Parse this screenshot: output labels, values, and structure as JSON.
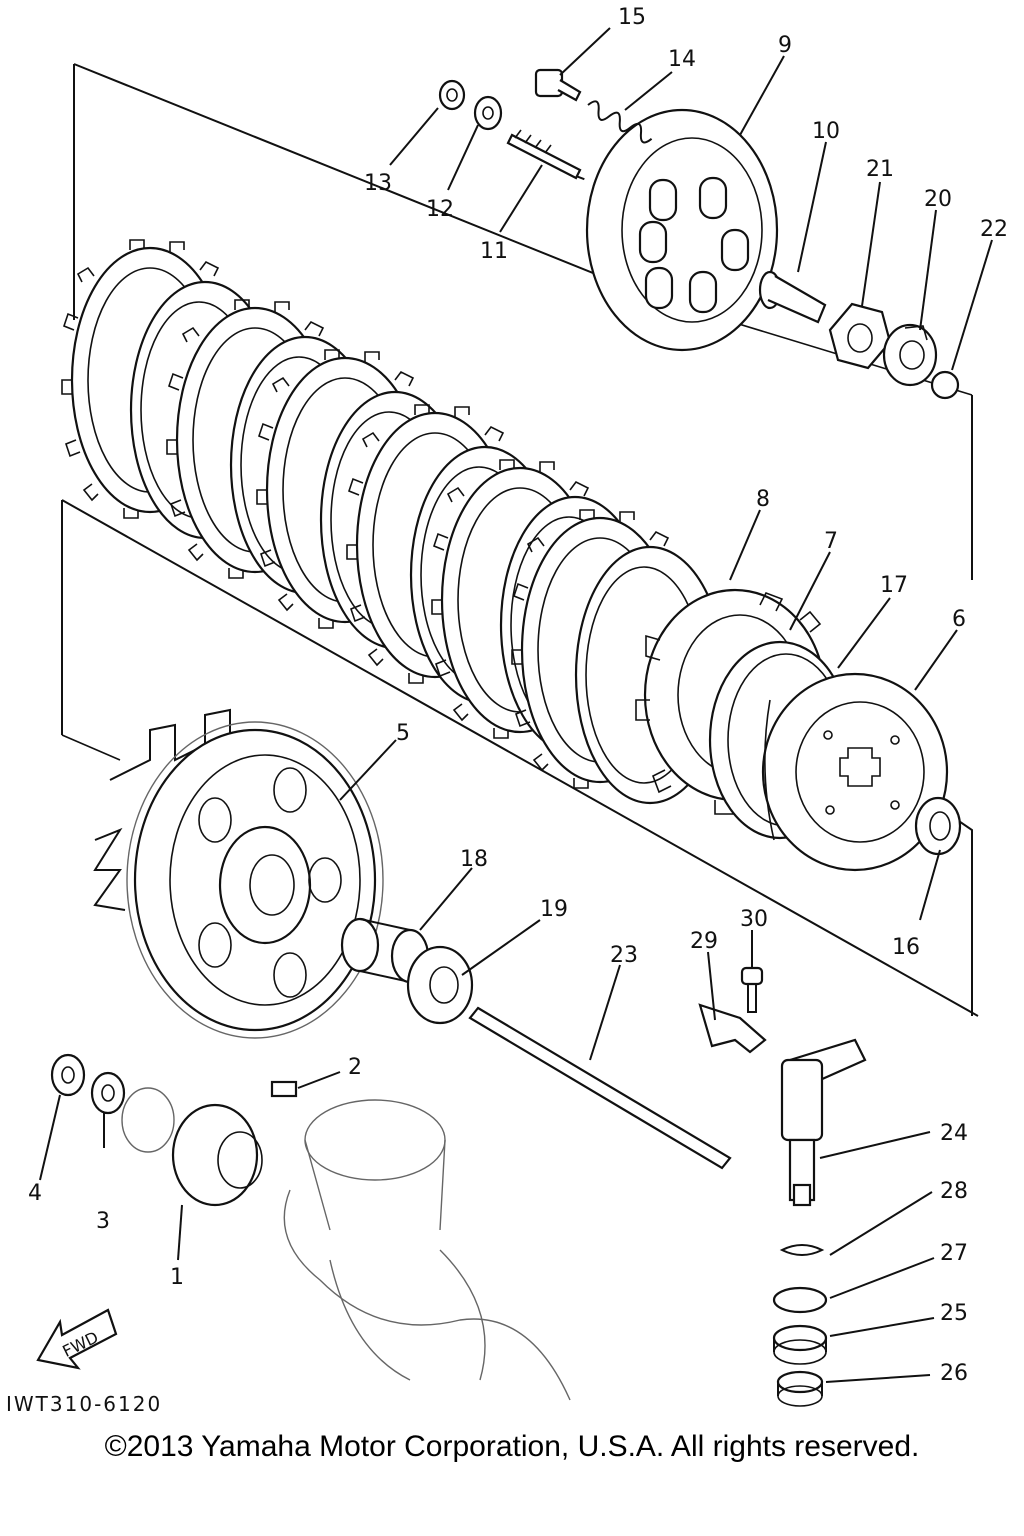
{
  "drawing_code": "IWT310-6120",
  "copyright": "©2013 Yamaha Motor Corporation, U.S.A. All rights reserved.",
  "fwd_label": "FWD",
  "callouts": [
    {
      "id": "1",
      "label": "1"
    },
    {
      "id": "2",
      "label": "2"
    },
    {
      "id": "3",
      "label": "3"
    },
    {
      "id": "4",
      "label": "4"
    },
    {
      "id": "5",
      "label": "5"
    },
    {
      "id": "6",
      "label": "6"
    },
    {
      "id": "7",
      "label": "7"
    },
    {
      "id": "8",
      "label": "8"
    },
    {
      "id": "9",
      "label": "9"
    },
    {
      "id": "10",
      "label": "10"
    },
    {
      "id": "11",
      "label": "11"
    },
    {
      "id": "12",
      "label": "12"
    },
    {
      "id": "13",
      "label": "13"
    },
    {
      "id": "14",
      "label": "14"
    },
    {
      "id": "15",
      "label": "15"
    },
    {
      "id": "16",
      "label": "16"
    },
    {
      "id": "17",
      "label": "17"
    },
    {
      "id": "18",
      "label": "18"
    },
    {
      "id": "19",
      "label": "19"
    },
    {
      "id": "20",
      "label": "20"
    },
    {
      "id": "21",
      "label": "21"
    },
    {
      "id": "22",
      "label": "22"
    },
    {
      "id": "23",
      "label": "23"
    },
    {
      "id": "24",
      "label": "24"
    },
    {
      "id": "25",
      "label": "25"
    },
    {
      "id": "26",
      "label": "26"
    },
    {
      "id": "27",
      "label": "27"
    },
    {
      "id": "28",
      "label": "28"
    },
    {
      "id": "29",
      "label": "29"
    },
    {
      "id": "30",
      "label": "30"
    }
  ]
}
